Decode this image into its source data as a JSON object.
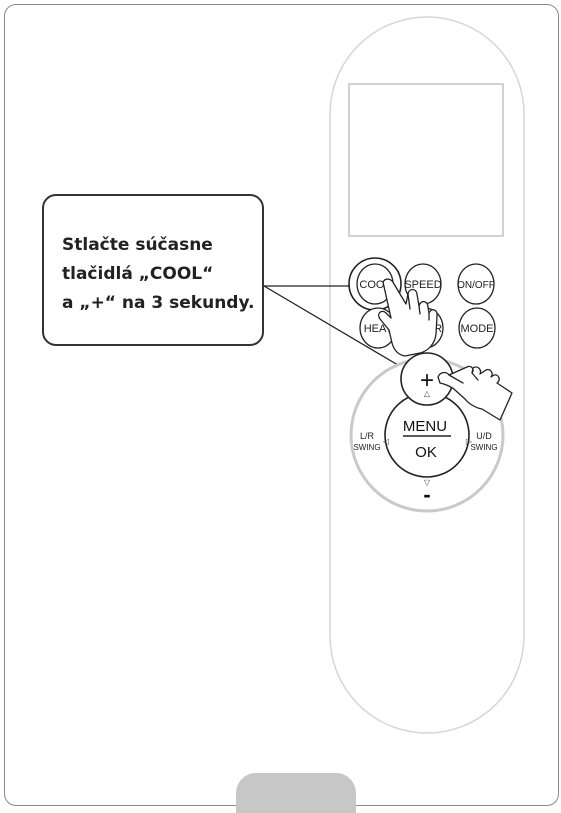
{
  "callout": {
    "line1": "Stlačte súčasne",
    "line2": "tlačidlá „COOL“",
    "line3": "a „+“ na 3 sekundy."
  },
  "buttons": {
    "cool": "COOL",
    "speed": "SPEED",
    "onoff": "ON/OFF",
    "heat": "HEAT",
    "timer": "TIMER",
    "mode": "MODE",
    "plus": "+",
    "minus": "-",
    "menu": "MENU",
    "ok": "OK",
    "lr_swing_1": "L/R",
    "lr_swing_2": "SWING",
    "ud_swing_1": "U/D",
    "ud_swing_2": "SWING",
    "up_arrow": "△",
    "down_arrow": "▽",
    "left_arrow": "◁",
    "right_arrow": "▷"
  }
}
